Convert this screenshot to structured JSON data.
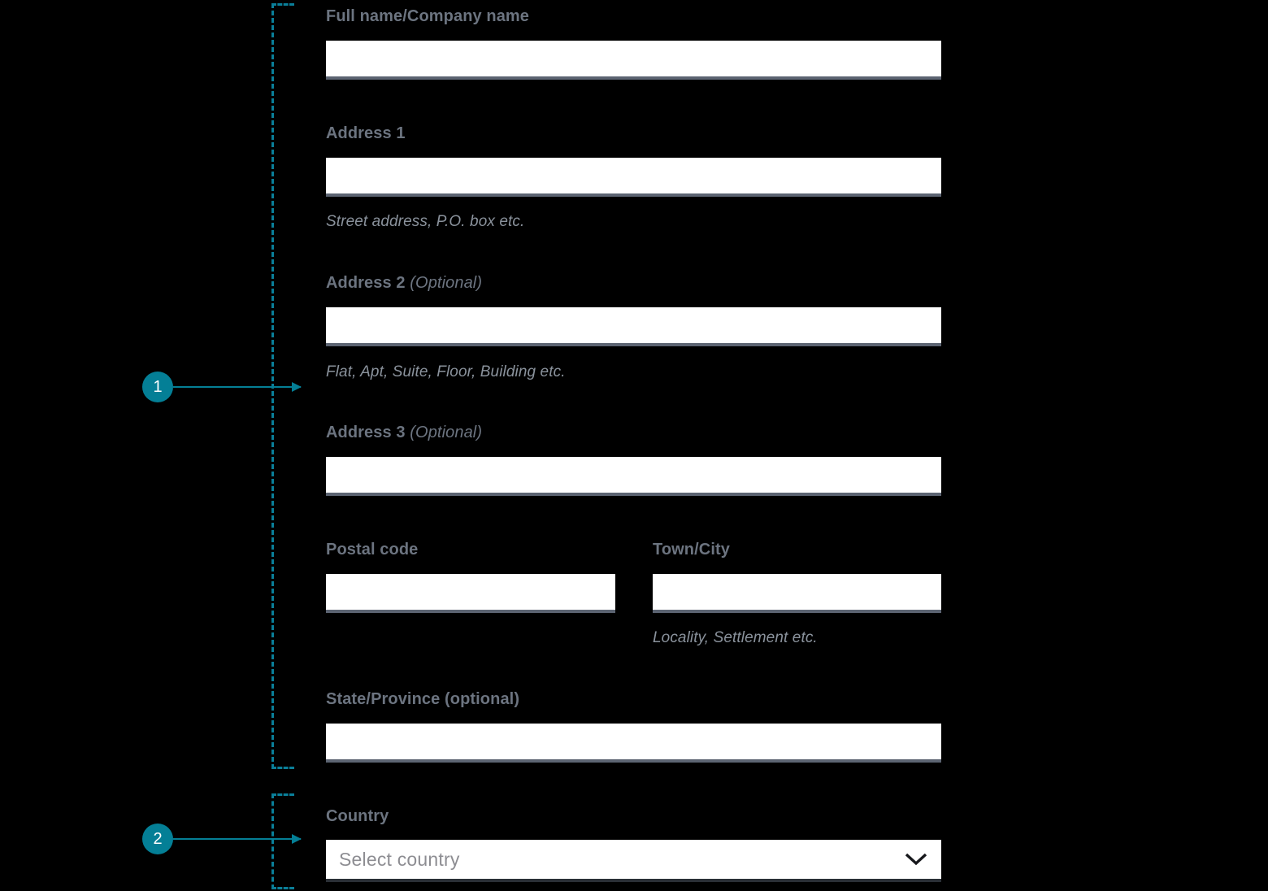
{
  "annotations": {
    "accent_color": "#047f96",
    "markers": [
      {
        "number": "1",
        "target": "address-block"
      },
      {
        "number": "2",
        "target": "country-block"
      }
    ]
  },
  "form": {
    "fields": {
      "full_name": {
        "label": "Full name/Company name",
        "value": "",
        "placeholder": "",
        "hint": ""
      },
      "address_1": {
        "label": "Address 1",
        "value": "",
        "placeholder": "",
        "hint": "Street address, P.O. box etc."
      },
      "address_2": {
        "label": "Address 2",
        "label_optional": "(Optional)",
        "value": "",
        "placeholder": "",
        "hint": "Flat, Apt, Suite, Floor, Building etc."
      },
      "address_3": {
        "label": "Address 3",
        "label_optional": "(Optional)",
        "value": "",
        "placeholder": "",
        "hint": ""
      },
      "postal_code": {
        "label": "Postal code",
        "value": "",
        "placeholder": "",
        "hint": ""
      },
      "town_city": {
        "label": "Town/City",
        "value": "",
        "placeholder": "",
        "hint": "Locality, Settlement etc."
      },
      "state_province": {
        "label": "State/Province (optional)",
        "value": "",
        "placeholder": "",
        "hint": ""
      },
      "country": {
        "label": "Country",
        "selected_value": "Select country",
        "chevron_icon": "chevron-down-icon"
      }
    }
  },
  "colors": {
    "background": "#000000",
    "input_background": "#ffffff",
    "input_underline": "#5c6472",
    "label_text": "#6c7480",
    "hint_text": "#8a929c",
    "placeholder_text": "#8d8d92",
    "accent": "#047f96"
  }
}
